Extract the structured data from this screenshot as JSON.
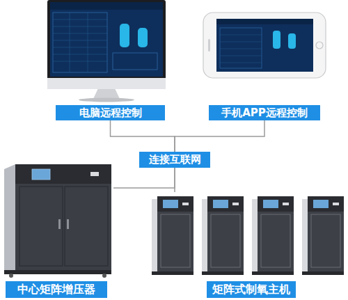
{
  "diagram": {
    "nodes": [
      {
        "text": [
          "电脑远程控制"
        ]
      },
      {
        "text": [
          "手机APP远程控制"
        ]
      },
      {
        "text": [
          "连接互联网"
        ]
      },
      {
        "text": [
          "中心矩阵增压器"
        ]
      },
      {
        "text": [
          "矩阵式制氧主机"
        ]
      }
    ],
    "edges": [
      {
        "from": 0,
        "to": 2,
        "arrow": "none"
      },
      {
        "from": 1,
        "to": 2,
        "arrow": "none"
      },
      {
        "from": 2,
        "to": 3,
        "arrow": "none"
      },
      {
        "from": 2,
        "to": 4,
        "arrow": "none"
      }
    ]
  }
}
